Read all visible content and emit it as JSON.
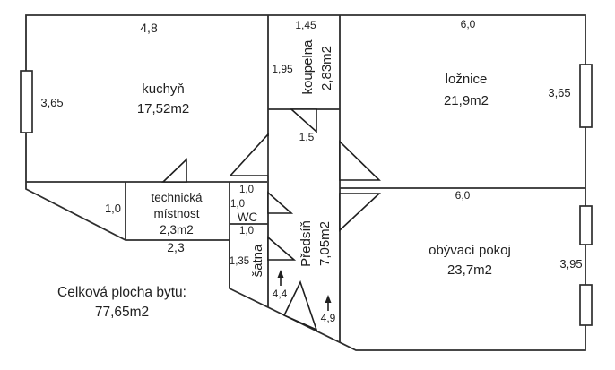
{
  "rooms": {
    "kitchen": {
      "name": "kuchyň",
      "area": "17,52m2"
    },
    "bathroom": {
      "name": "koupelna",
      "area": "2,83m2"
    },
    "bedroom": {
      "name": "ložnice",
      "area": "21,9m2"
    },
    "living_room": {
      "name": "obývací pokoj",
      "area": "23,7m2"
    },
    "technical_room": {
      "name_line1": "technická",
      "name_line2": "místnost",
      "area": "2,3m2"
    },
    "wc": {
      "name": "WC"
    },
    "closet": {
      "name": "šatna"
    },
    "hallway": {
      "name": "Předsíň",
      "area": "7,05m2"
    }
  },
  "dimensions": {
    "kitchen_top": "4,8",
    "kitchen_left": "3,65",
    "bathroom_top": "1,45",
    "bathroom_left": "1,95",
    "bathroom_door": "1,5",
    "bedroom_top": "6,0",
    "bedroom_right": "3,65",
    "living_top": "6,0",
    "living_right": "3,95",
    "technical_left": "1,0",
    "technical_bottom": "2,3",
    "wc_top": "1,0",
    "wc_left": "1,0",
    "wc_bottom": "1,0",
    "closet_left": "1,35",
    "hallway_length_upper": "4,4",
    "hallway_length_lower": "4,9"
  },
  "summary": {
    "label": "Celková plocha bytu:",
    "value": "77,65m2"
  },
  "colors": {
    "wall": "#2e2e2e",
    "text": "#1f1f1f",
    "background": "#ffffff"
  }
}
